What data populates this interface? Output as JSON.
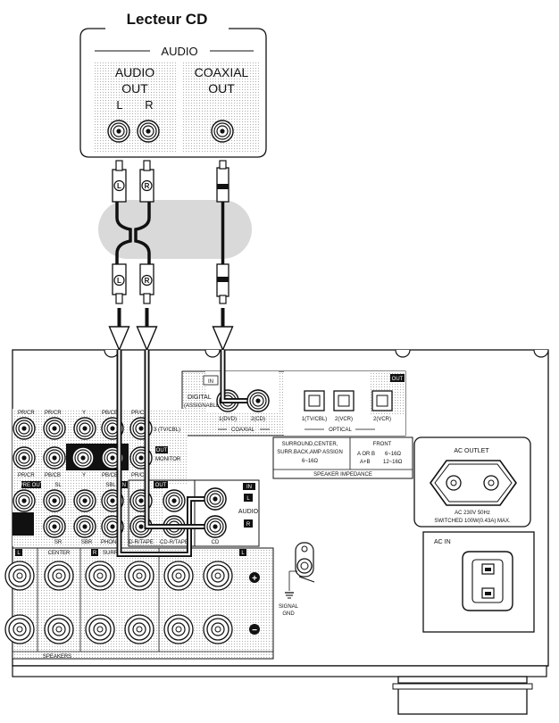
{
  "device": {
    "title": "Lecteur CD",
    "audio_group": "AUDIO",
    "audio_out_line1": "AUDIO",
    "audio_out_line2": "OUT",
    "left": "L",
    "right": "R",
    "coaxial_out_line1": "COAXIAL",
    "coaxial_out_line2": "OUT"
  },
  "plugs": {
    "left_marker": "L",
    "right_marker": "R"
  },
  "receiver": {
    "digital_in_badge": "IN",
    "digital_label_line1": "DIGITAL",
    "digital_label_line2": "(ASSIGNABLE)",
    "coax_1_label": "1(DVD)",
    "coax_2_label": "2(CD)",
    "coaxial_label": "COAXIAL",
    "optical_1_label": "1(TV/CBL)",
    "optical_2_label": "2(VCR)",
    "optical_3_label": "2(VCR)",
    "optical_label": "OPTICAL",
    "optical_out_badge": "OUT",
    "imp_line1": "SURROUND,CENTER,",
    "imp_line2": "SURR.BACK,AMP ASSIGN",
    "imp_line3": "6~16Ω",
    "imp_front": "FRONT",
    "imp_front_a": "A OR B",
    "imp_front_a_val": "6~16Ω",
    "imp_front_ab": "A+B",
    "imp_front_ab_val": "12~16Ω",
    "speaker_impedance": "SPEAKER IMPEDANCE",
    "ac_outlet": "AC OUTLET",
    "ac_outlet_spec1": "AC 230V   50Hz",
    "ac_outlet_spec2": "SWITCHED  100W(0.43A)  MAX.",
    "ac_in": "AC IN",
    "signal_gnd_line1": "SIGNAL",
    "signal_gnd_line2": "GND",
    "audio_in_badge": "IN",
    "audio_l": "L",
    "audio_label": "AUDIO",
    "audio_r": "R",
    "cd_label": "CD",
    "cdr_tape_1": "D-R/TAPE",
    "cdr_tape_2": "CD-R/TAPE",
    "phono": "PHONO",
    "out_badge": "OUT",
    "pr_cr_1": "PR/CR",
    "pr_cr_2": "PR/CR",
    "pr_cr_3": "PR/CR",
    "y_1": "Y",
    "pb_cb_1": "PB/CB",
    "pb_cb_2": "PB/CB",
    "pr_cr_4": "PR/CR",
    "y_2": "Y",
    "pb_cb_3": "PB/CB",
    "pr_cr_5": "PR/CR",
    "tv_cbl": "3 (TV/CBL)",
    "monitor_out_badge": "OUT",
    "monitor": "MONITOR",
    "pre_out": "PRE OUT",
    "sl": "SL",
    "sbl": "SBL",
    "in_small": "IN",
    "sr": "SR",
    "sbr": "SBR",
    "center": "CENTER",
    "surr": "SURR",
    "r_badge": "R",
    "l_badge": "L",
    "plus": "+",
    "minus": "−",
    "speakers": "SPEAKERS"
  }
}
